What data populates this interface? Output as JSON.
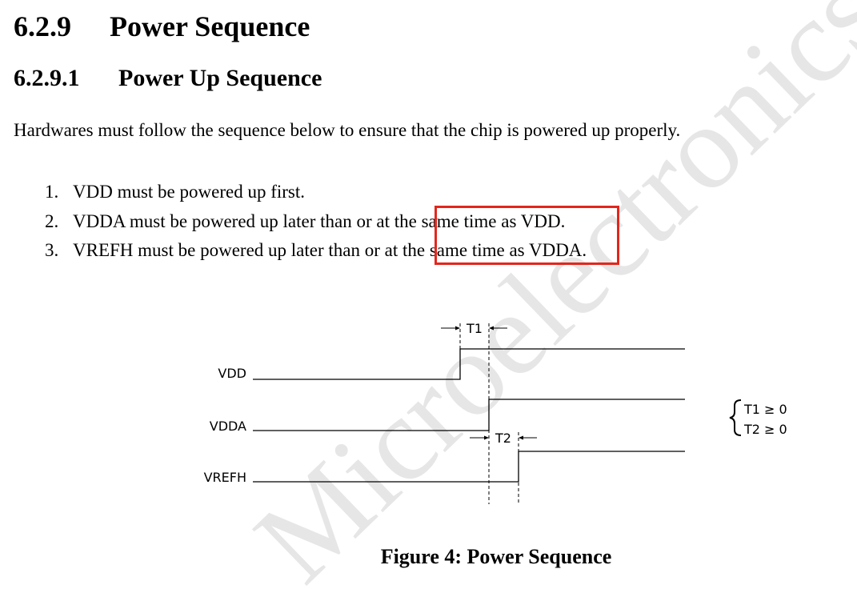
{
  "section": {
    "number": "6.2.9",
    "title": "Power Sequence"
  },
  "subsection": {
    "number": "6.2.9.1",
    "title": "Power Up Sequence"
  },
  "intro": "Hardwares must follow the sequence below to ensure that the chip is powered up properly.",
  "steps": [
    {
      "number": "1.",
      "text": "VDD must be powered up first."
    },
    {
      "number": "2.",
      "text": "VDDA must be powered up later than or at the same time as VDD."
    },
    {
      "number": "3.",
      "text": "VREFH must be powered up later than or at the same time as VDDA."
    }
  ],
  "highlight_color": "#e3261c",
  "diagram": {
    "signals": [
      "VDD",
      "VDDA",
      "VREFH"
    ],
    "intervals": [
      "T1",
      "T2"
    ],
    "conditions": [
      "T1 ≥ 0",
      "T2 ≥ 0"
    ]
  },
  "caption": "Figure 4:  Power Sequence",
  "watermark": "Microelectronics"
}
